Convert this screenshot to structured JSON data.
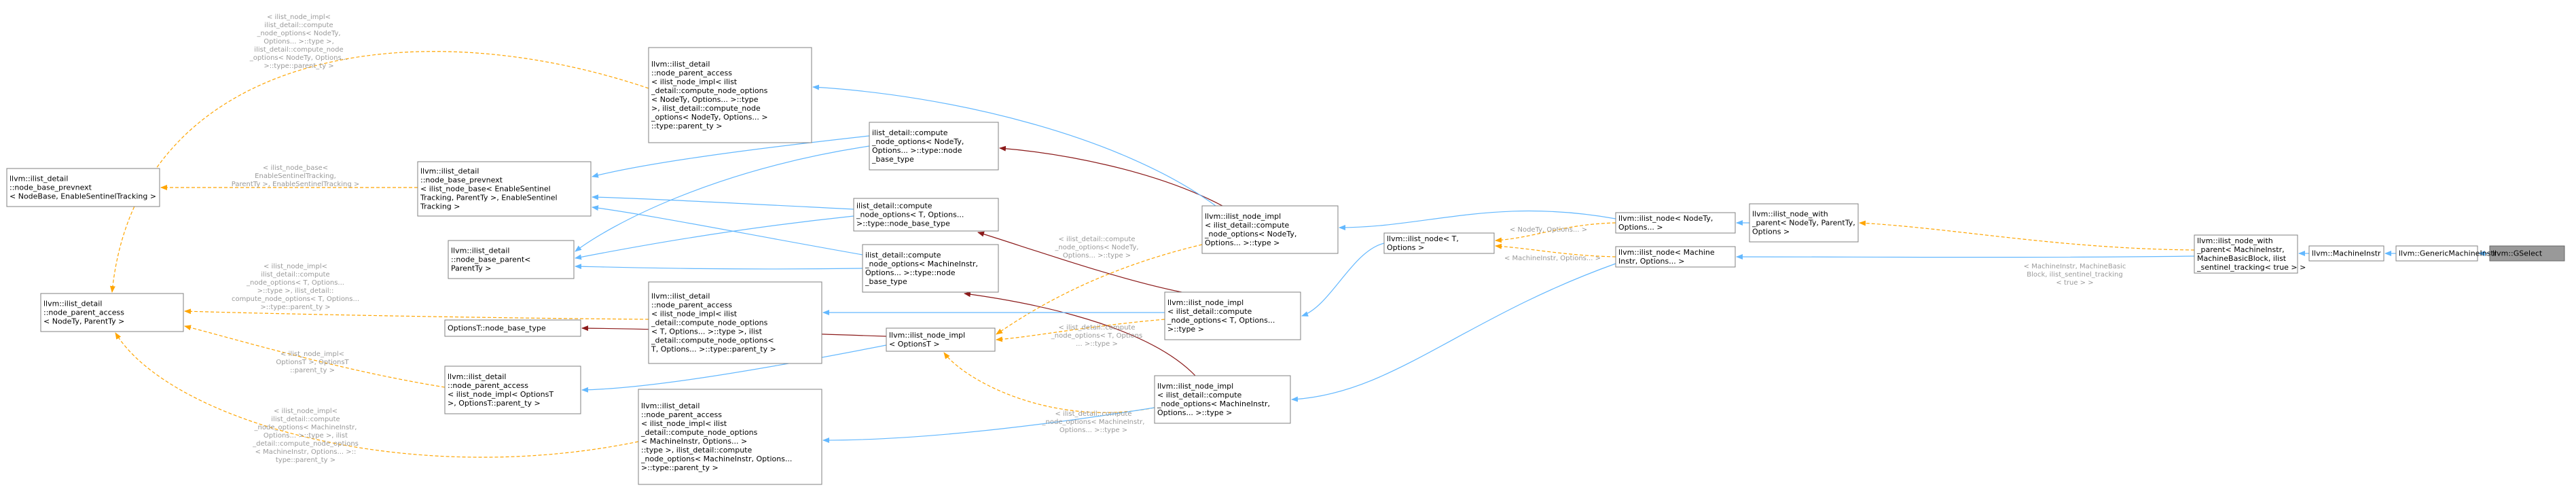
{
  "graph": {
    "title": "",
    "colors": {
      "public_edge": "#63b8ff",
      "protected_edge": "#8b1a1a",
      "template_edge": "#ffa500",
      "node_border": "#808080",
      "focus_fill": "#999999",
      "label_text": "#9a9a9a"
    },
    "nodes": [
      {
        "id": "gselect",
        "focus": true,
        "lines": [
          "llvm::GSelect"
        ]
      },
      {
        "id": "generic-machine-instr",
        "lines": [
          "llvm::GenericMachineInstr"
        ]
      },
      {
        "id": "machine-instr",
        "lines": [
          "llvm::MachineInstr"
        ]
      },
      {
        "id": "ilist-node-with-parent-mi",
        "lines": [
          "llvm::ilist_node_with",
          "_parent< MachineInstr,",
          "MachineBasicBlock, ilist",
          "_sentinel_tracking< true > >"
        ]
      },
      {
        "id": "ilist-node-with-parent-tmpl",
        "lines": [
          "llvm::ilist_node_with",
          "_parent< NodeTy, ParentTy,",
          "Options >"
        ]
      },
      {
        "id": "ilist-node-tmpl",
        "lines": [
          "llvm::ilist_node< NodeTy,",
          "Options... >"
        ]
      },
      {
        "id": "ilist-node-mi",
        "lines": [
          "llvm::ilist_node< Machine",
          "Instr, Options... >"
        ]
      },
      {
        "id": "ilist-node-t",
        "lines": [
          "llvm::ilist_node< T,",
          "Options >"
        ]
      },
      {
        "id": "ilist-node-impl-nodety",
        "lines": [
          "llvm::ilist_node_impl",
          "< ilist_detail::compute",
          "_node_options< NodeTy,",
          "Options... >::type >"
        ]
      },
      {
        "id": "ilist-node-impl-t",
        "lines": [
          "llvm::ilist_node_impl",
          "< ilist_detail::compute",
          "_node_options< T, Options...",
          ">::type >"
        ]
      },
      {
        "id": "ilist-node-impl-mi",
        "lines": [
          "llvm::ilist_node_impl",
          "< ilist_detail::compute",
          "_node_options< MachineInstr,",
          "Options... >::type >"
        ]
      },
      {
        "id": "ilist-node-impl-optionst",
        "lines": [
          "llvm::ilist_node_impl",
          "< OptionsT >"
        ]
      },
      {
        "id": "compute-opts-nodety",
        "lines": [
          "ilist_detail::compute",
          "_node_options< NodeTy,",
          "Options... >::type::node",
          "_base_type"
        ]
      },
      {
        "id": "compute-opts-t",
        "lines": [
          "ilist_detail::compute",
          "_node_options< T, Options...",
          ">::type::node_base_type"
        ]
      },
      {
        "id": "compute-opts-mi",
        "lines": [
          "ilist_detail::compute",
          "_node_options< MachineInstr,",
          "Options... >::type::node",
          "_base_type"
        ]
      },
      {
        "id": "options-node-base",
        "lines": [
          "OptionsT::node_base_type"
        ]
      },
      {
        "id": "npa-nodety",
        "lines": [
          "llvm::ilist_detail",
          "::node_parent_access",
          "< ilist_node_impl< ilist",
          "_detail::compute_node_options",
          "< NodeTy, Options... >::type",
          ">, ilist_detail::compute_node",
          "_options< NodeTy, Options... >",
          "::type::parent_ty >"
        ]
      },
      {
        "id": "npa-t",
        "lines": [
          "llvm::ilist_detail",
          "::node_parent_access",
          "< ilist_node_impl< ilist",
          "_detail::compute_node_options",
          "< T, Options... >::type >, ilist",
          "_detail::compute_node_options<",
          "T, Options... >::type::parent_ty >"
        ]
      },
      {
        "id": "npa-optionst",
        "lines": [
          "llvm::ilist_detail",
          "::node_parent_access",
          "< ilist_node_impl< OptionsT",
          ">, OptionsT::parent_ty >"
        ]
      },
      {
        "id": "npa-mi",
        "lines": [
          "llvm::ilist_detail",
          "::node_parent_access",
          "< ilist_node_impl< ilist",
          "_detail::compute_node_options",
          "< MachineInstr, Options... >",
          "::type >, ilist_detail::compute",
          "_node_options< MachineInstr, Options...",
          ">::type::parent_ty >"
        ]
      },
      {
        "id": "npa-tmpl",
        "lines": [
          "llvm::ilist_detail",
          "::node_parent_access",
          "< NodeTy, ParentTy >"
        ]
      },
      {
        "id": "nbp-enable",
        "lines": [
          "llvm::ilist_detail",
          "::node_base_prevnext",
          "< ilist_node_base< EnableSentinel",
          "Tracking, ParentTy >, EnableSentinel",
          "Tracking >"
        ]
      },
      {
        "id": "nbp-tmpl",
        "lines": [
          "llvm::ilist_detail",
          "::node_base_prevnext",
          "< NodeBase, EnableSentinelTracking >"
        ]
      },
      {
        "id": "node-base-parent",
        "lines": [
          "llvm::ilist_detail",
          "::node_base_parent<",
          "ParentTy >"
        ]
      }
    ],
    "edge_labels": [
      {
        "id": "lbl-mi-with-parent",
        "lines": [
          "< MachineInstr, MachineBasic",
          "Block, ilist_sentinel_tracking",
          "< true > >"
        ]
      },
      {
        "id": "lbl-nodety-options",
        "lines": [
          "< NodeTy, Options... >"
        ]
      },
      {
        "id": "lbl-mi-options",
        "lines": [
          "< MachineInstr, Options... >"
        ]
      },
      {
        "id": "lbl-nodety-compute",
        "lines": [
          "< ilist_detail::compute",
          "_node_options< NodeTy,",
          "Options... >::type >"
        ]
      },
      {
        "id": "lbl-t-compute",
        "lines": [
          "< ilist_detail::compute",
          "_node_options< T, Options",
          "... >::type >"
        ]
      },
      {
        "id": "lbl-mi-compute",
        "lines": [
          "< ilist_detail::compute",
          "_node_options< MachineInstr,",
          "Options... >::type >"
        ]
      },
      {
        "id": "lbl-npa-nodety",
        "lines": [
          "< ilist_node_impl<",
          "ilist_detail::compute",
          "_node_options< NodeTy,",
          "Options... >::type >,",
          "ilist_detail::compute_node",
          "_options< NodeTy, Options...",
          ">::type::parent_ty >"
        ]
      },
      {
        "id": "lbl-npa-t",
        "lines": [
          "< ilist_node_impl<",
          "ilist_detail::compute",
          "_node_options< T, Options...",
          ">::type >, ilist_detail::",
          "compute_node_options< T, Options...",
          ">::type::parent_ty >"
        ]
      },
      {
        "id": "lbl-npa-optionst",
        "lines": [
          "< ilist_node_impl<",
          "OptionsT >, OptionsT",
          "::parent_ty >"
        ]
      },
      {
        "id": "lbl-npa-mi",
        "lines": [
          "< ilist_node_impl<",
          "ilist_detail::compute",
          "_node_options< MachineInstr,",
          "Options... >::type >, ilist",
          "_detail::compute_node_options",
          "< MachineInstr, Options... >::",
          "type::parent_ty >"
        ]
      },
      {
        "id": "lbl-nbp-enable",
        "lines": [
          "< ilist_node_base<",
          "EnableSentinelTracking,",
          "ParentTy >, EnableSentinelTracking >"
        ]
      }
    ]
  }
}
